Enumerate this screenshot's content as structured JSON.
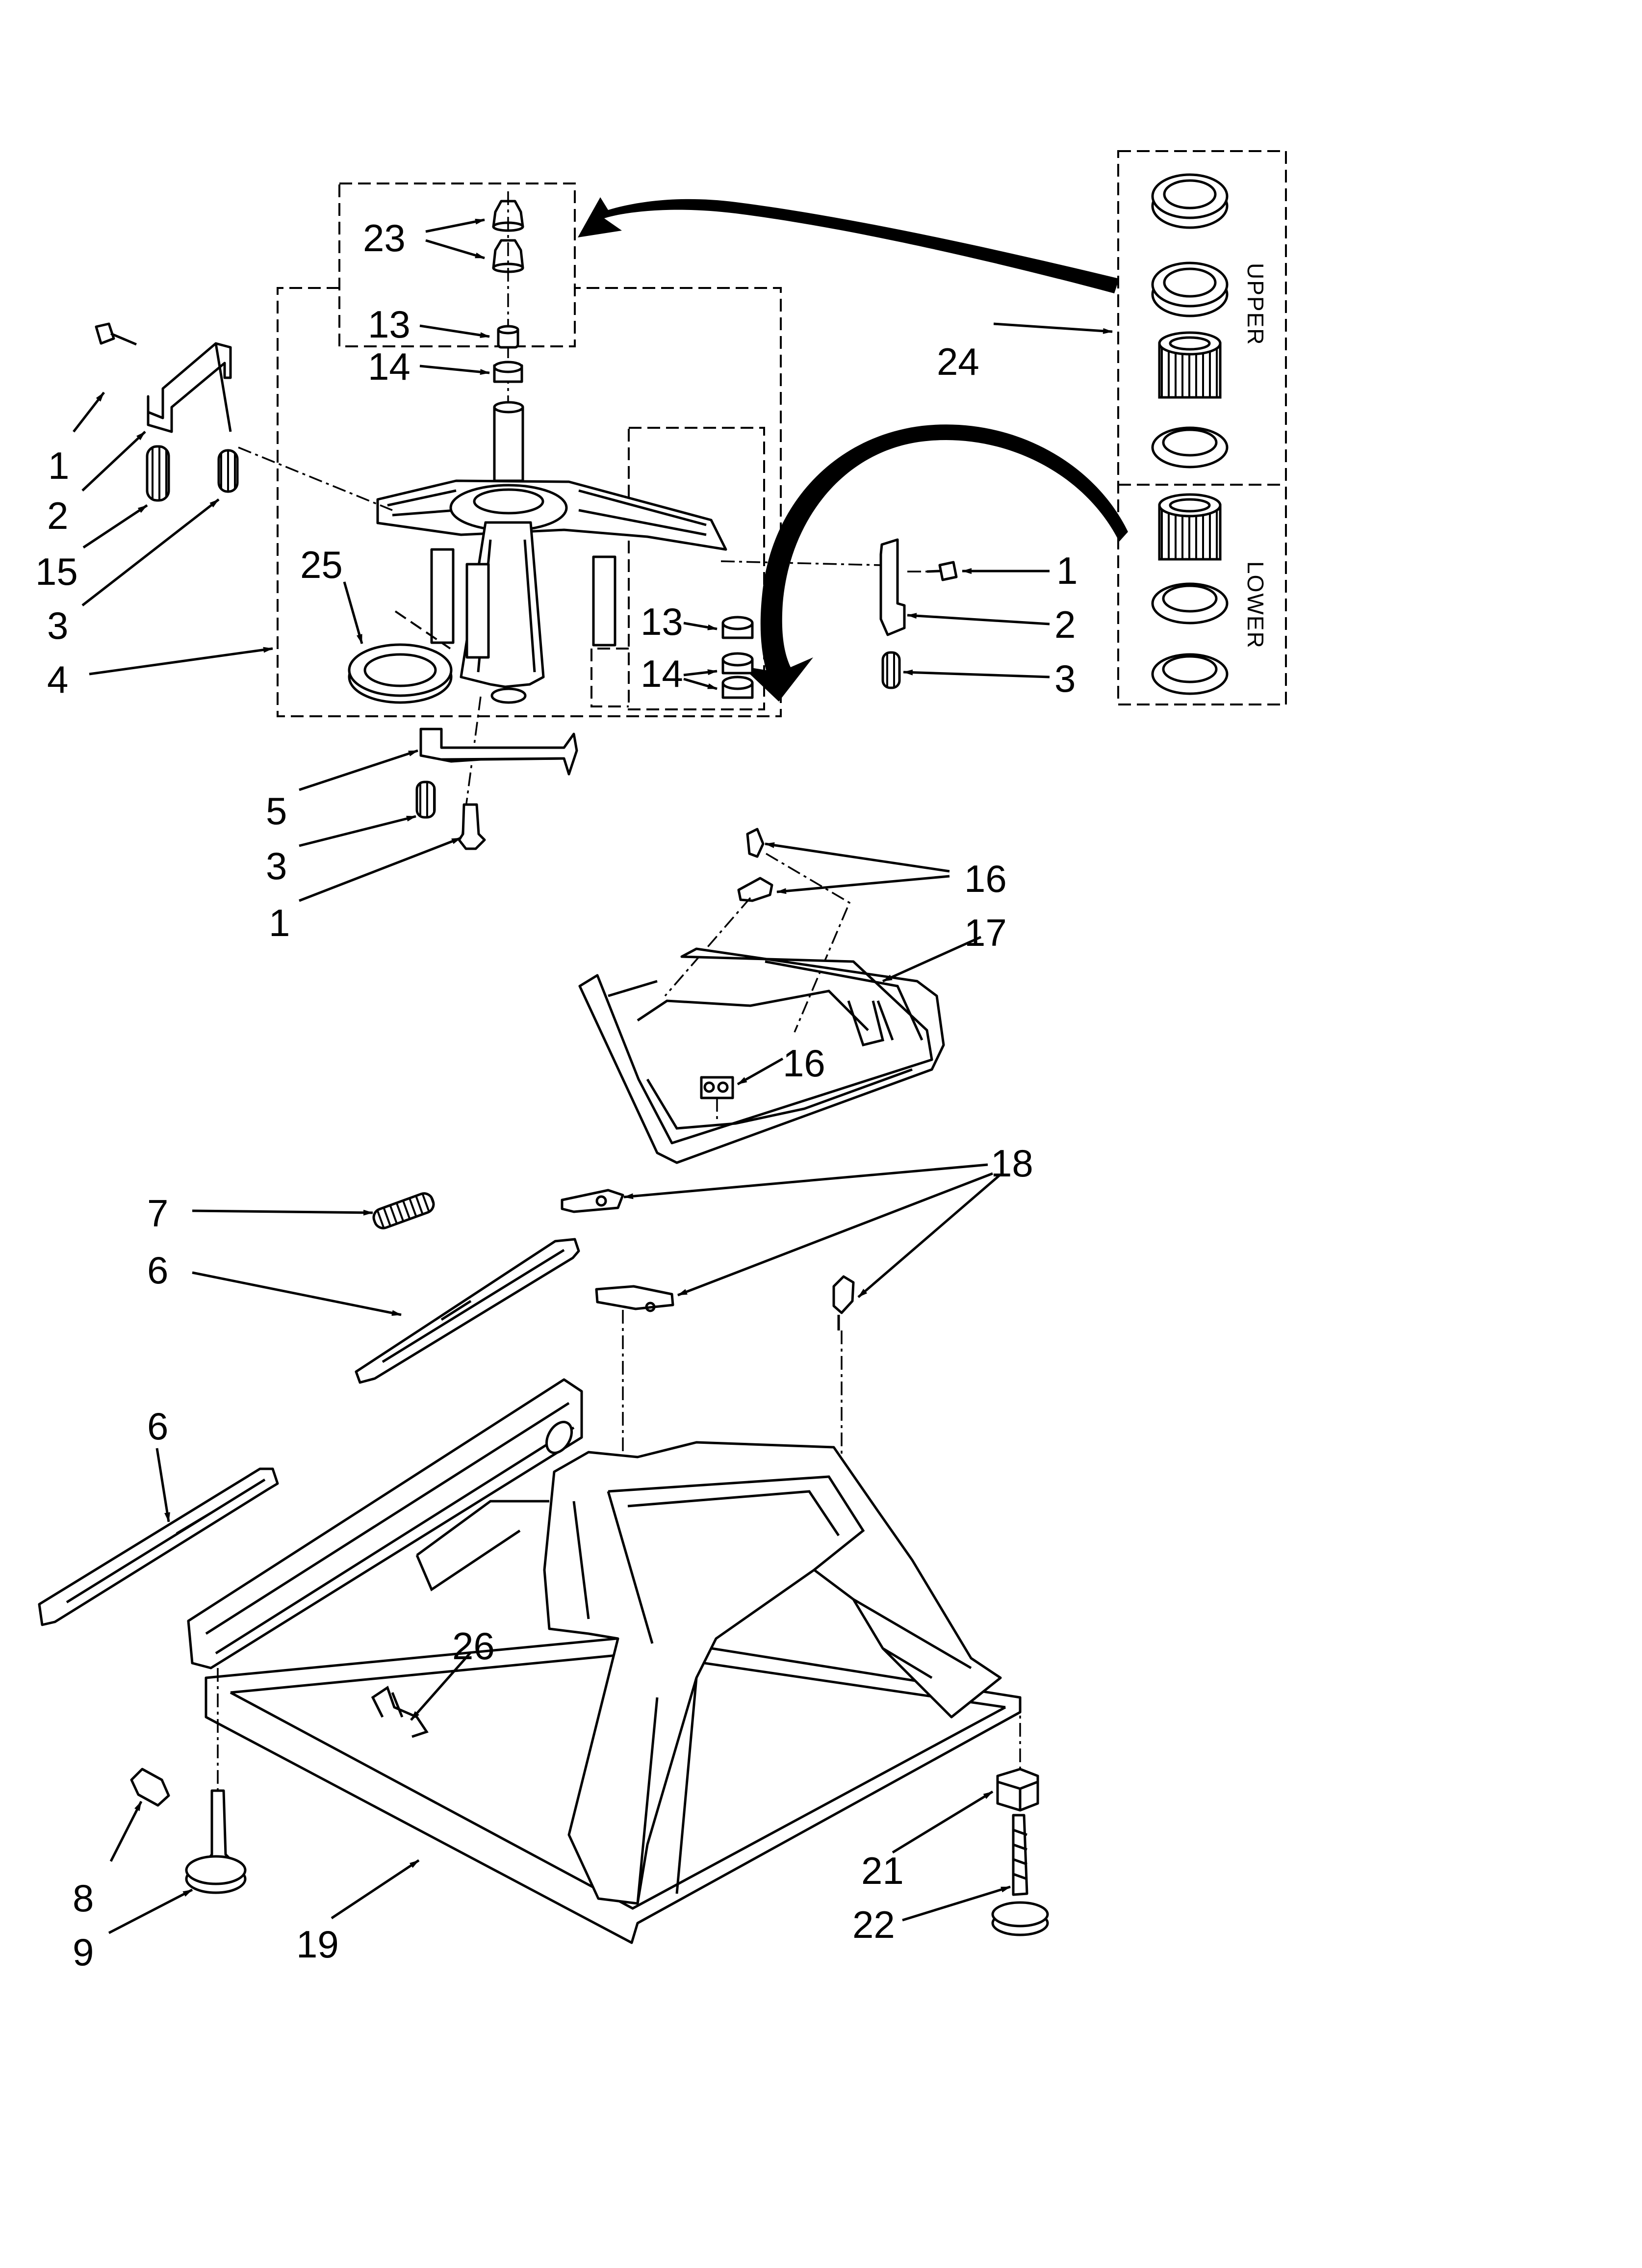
{
  "diagram": {
    "callouts": {
      "c23": "23",
      "c13a": "13",
      "c14a": "14",
      "c24": "24",
      "c1a": "1",
      "c2a": "2",
      "c15": "15",
      "c3a": "3",
      "c25": "25",
      "c4": "4",
      "c13b": "13",
      "c14b": "14",
      "c1b": "1",
      "c2b": "2",
      "c3b": "3",
      "c5": "5",
      "c3c": "3",
      "c1c": "1",
      "c16a": "16",
      "c17": "17",
      "c16b": "16",
      "c18": "18",
      "c7": "7",
      "c6a": "6",
      "c6b": "6",
      "c26": "26",
      "c8": "8",
      "c9": "9",
      "c19": "19",
      "c21": "21",
      "c22": "22"
    },
    "box_labels": {
      "upper": "UPPER",
      "lower": "LOWER"
    }
  }
}
